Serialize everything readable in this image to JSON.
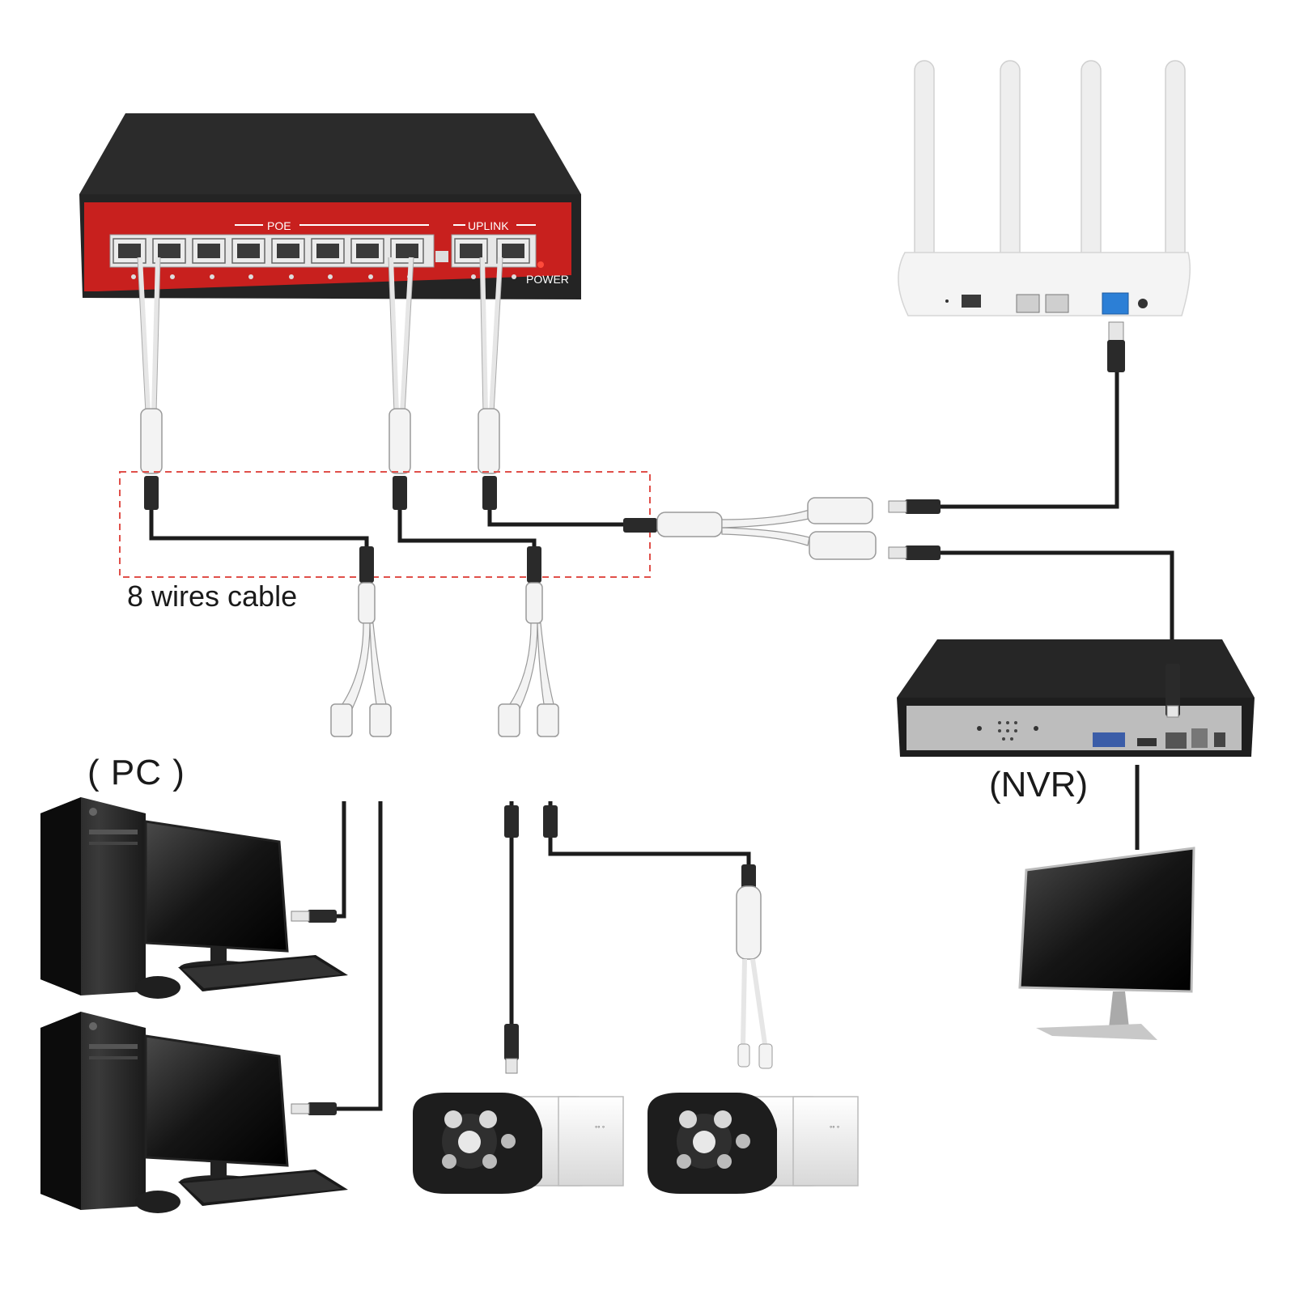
{
  "labels": {
    "cable": "8 wires cable",
    "pc": "( PC )",
    "nvr": "(NVR)"
  },
  "switch": {
    "poe_label": "POE",
    "uplink_label": "UPLINK",
    "power_label": "POWER"
  },
  "colors": {
    "switch_body": "#2b2b2b",
    "switch_panel": "#c8201e",
    "cable": "#1c1c1c",
    "splitter": "#f2f2f2",
    "dashed_box": "#e0504a",
    "router": "#f4f4f4",
    "port_blue": "#2c7fd6"
  },
  "icons": {
    "switch": "poe-switch-icon",
    "router": "wifi-router-icon",
    "nvr": "nvr-recorder-icon",
    "monitor": "monitor-icon",
    "pc": "desktop-pc-icon",
    "camera": "bullet-camera-icon",
    "splitter": "rj45-splitter-icon"
  }
}
